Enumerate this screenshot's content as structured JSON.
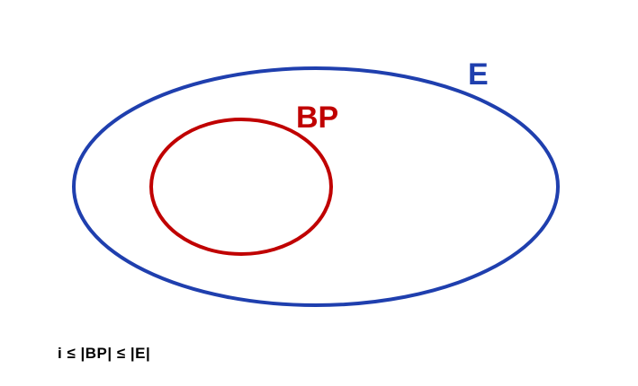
{
  "diagram": {
    "outer_set": {
      "label": "E",
      "color": "#1f3fae"
    },
    "inner_set": {
      "label": "BP",
      "color": "#c00000"
    },
    "formula": "i ≤ |BP| ≤ |E|"
  }
}
